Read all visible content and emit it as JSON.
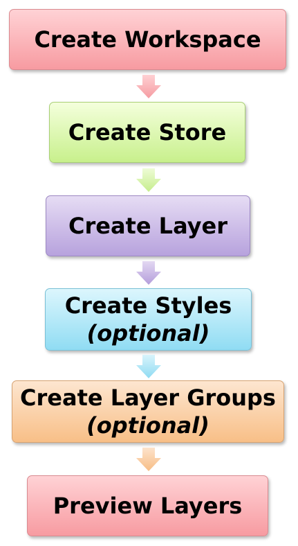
{
  "steps": [
    {
      "line1": "Create Workspace",
      "line2": "",
      "top_color": "#ffd2d5",
      "bottom_color": "#f79ba1",
      "border": "#d98a90"
    },
    {
      "line1": "Create Store",
      "line2": "",
      "top_color": "#f4ffdc",
      "bottom_color": "#c8f08c",
      "border": "#a8cf75"
    },
    {
      "line1": "Create Layer",
      "line2": "",
      "top_color": "#e6dcf4",
      "bottom_color": "#b7a2dd",
      "border": "#9c88c3"
    },
    {
      "line1": "Create Styles",
      "line2": "(optional)",
      "top_color": "#dcf6fd",
      "bottom_color": "#90dcf3",
      "border": "#7ac0d6"
    },
    {
      "line1": "Create Layer Groups",
      "line2": "(optional)",
      "top_color": "#fde6d0",
      "bottom_color": "#f8bf87",
      "border": "#d7a372"
    },
    {
      "line1": "Preview Layers",
      "line2": "",
      "top_color": "#ffd2d5",
      "bottom_color": "#f79ba1",
      "border": "#d98a90"
    }
  ],
  "arrows": [
    {
      "top_color": "#ffd0d3",
      "bottom_color": "#f59ca2"
    },
    {
      "top_color": "#eefcd6",
      "bottom_color": "#c6ed8c"
    },
    {
      "top_color": "#e3d8f2",
      "bottom_color": "#b49edb"
    },
    {
      "top_color": "#d8f4fc",
      "bottom_color": "#8fdbf2"
    },
    {
      "top_color": "#fde3cb",
      "bottom_color": "#f7bd85"
    }
  ]
}
